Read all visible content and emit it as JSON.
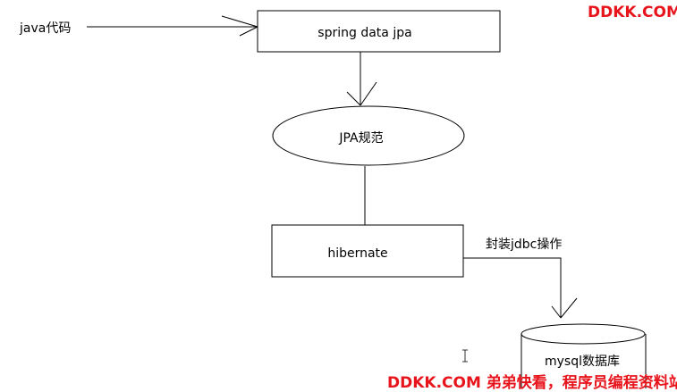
{
  "labels": {
    "java_code": "java代码",
    "spring_data_jpa": "spring data  jpa",
    "jpa_spec": "JPA规范",
    "hibernate": "hibernate",
    "jdbc_wrap": "封装jdbc操作",
    "mysql_db": "mysql数据库"
  },
  "watermarks": {
    "top_right": "DDKK.COM",
    "bottom": "DDKK.COM 弟弟快看，程序员编程资料站"
  },
  "colors": {
    "stroke": "#000000",
    "watermark": "#e8141c"
  }
}
